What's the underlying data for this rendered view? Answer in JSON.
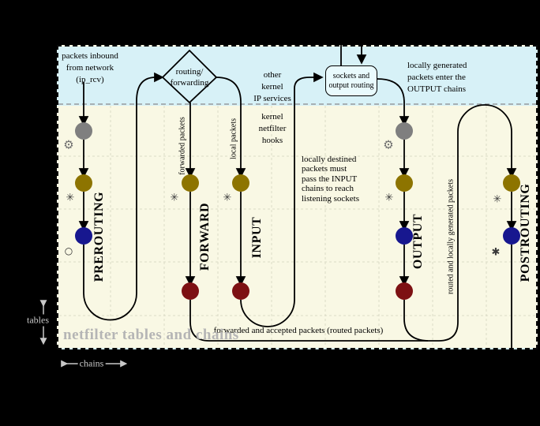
{
  "colors": {
    "dot_gray": "#7f7f7f",
    "dot_olive": "#8d7400",
    "dot_blue": "#17178f",
    "dot_darkred": "#7d1113",
    "network_zone_bg": "#d7f1f7",
    "netfilter_zone_bg": "#f9f8e4",
    "watermark_gray": "#b5b5b5"
  },
  "icons": {
    "gear": "⚙",
    "asterisk8": "✳",
    "open_circle": "○",
    "asterisk6": "✱"
  },
  "network_zone": {
    "inbound_lines": [
      "packets inbound",
      "from network",
      "(ip_rcv)"
    ],
    "routing_node_lines": [
      "routing/",
      "forwarding"
    ],
    "other_kernel_lines": [
      "other",
      "kernel",
      "IP services"
    ],
    "sockets_node_lines": [
      "sockets and",
      "output routing"
    ],
    "locally_generated_lines": [
      "locally generated",
      "packets enter the",
      "OUTPUT chains"
    ]
  },
  "netfilter_zone": {
    "hooks_lines": [
      "kernel",
      "netfilter",
      "hooks"
    ],
    "locally_destined_lines": [
      "locally destined",
      "packets must",
      "pass the INPUT",
      "chains to reach",
      "listening sockets"
    ],
    "watermark": "netfilter tables and chains",
    "bottom_flow_label": "forwarded and accepted packets (routed packets)",
    "chains": [
      "PREROUTING",
      "FORWARD",
      "INPUT",
      "OUTPUT",
      "POSTROUTING"
    ],
    "edge_labels": {
      "forwarded": "forwarded packets",
      "local": "local packets",
      "routed": "routed and locally generated packets"
    }
  },
  "axes": {
    "tables": "tables",
    "chains": "chains"
  }
}
